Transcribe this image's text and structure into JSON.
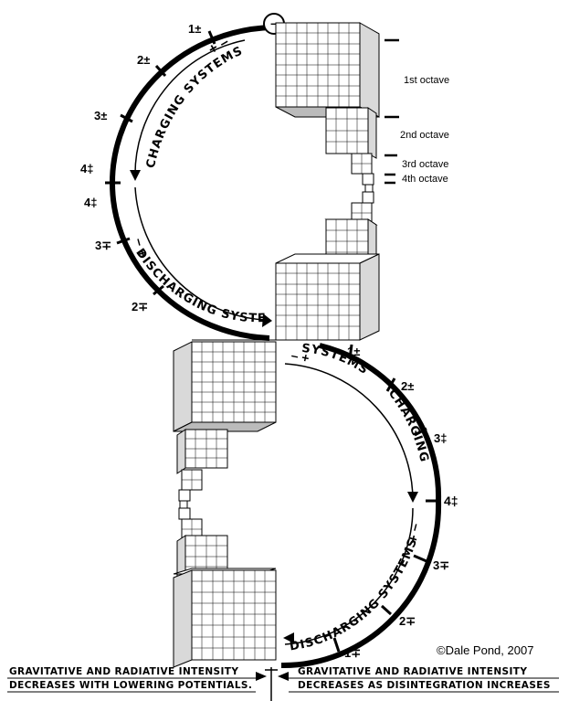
{
  "top_arc": {
    "charging_label": "CHARGING SYSTEMS",
    "charging_signs": "+ –",
    "discharging_label": "DISCHARGING SYSTEMS",
    "discharging_signs": "– +",
    "top_symbol": "–",
    "markers": [
      {
        "id": "t1",
        "text": "1±"
      },
      {
        "id": "t2",
        "text": "2±"
      },
      {
        "id": "t3",
        "text": "3±"
      },
      {
        "id": "t4a",
        "text": "4‡"
      },
      {
        "id": "t4b",
        "text": "4‡"
      },
      {
        "id": "t3m",
        "text": "3∓"
      },
      {
        "id": "t2m",
        "text": "2∓"
      }
    ]
  },
  "bottom_arc": {
    "charging_label": "CHARGING",
    "systems_label": "SYSTEMS",
    "systems_signs": "– +",
    "discharging_label": "DISCHARGING SYSTEMS",
    "discharging_signs": "– +",
    "markers": [
      {
        "id": "b1",
        "text": "1±"
      },
      {
        "id": "b2",
        "text": "2±"
      },
      {
        "id": "b3",
        "text": "3‡"
      },
      {
        "id": "b4",
        "text": "4‡"
      },
      {
        "id": "b3m",
        "text": "3∓"
      },
      {
        "id": "b2m",
        "text": "2∓"
      },
      {
        "id": "b1m",
        "text": "1∓"
      }
    ]
  },
  "octaves": {
    "first": "1st octave",
    "second": "2nd octave",
    "third": "3rd octave",
    "fourth": "4th octave"
  },
  "credit": "©Dale Pond, 2007",
  "captions": {
    "left_line1": "GRAVITATIVE AND RADIATIVE INTENSITY",
    "left_line2": "DECREASES WITH LOWERING POTENTIALS.",
    "right_line1": "GRAVITATIVE AND RADIATIVE INTENSITY",
    "right_line2": "DECREASES AS DISINTEGRATION INCREASES"
  }
}
